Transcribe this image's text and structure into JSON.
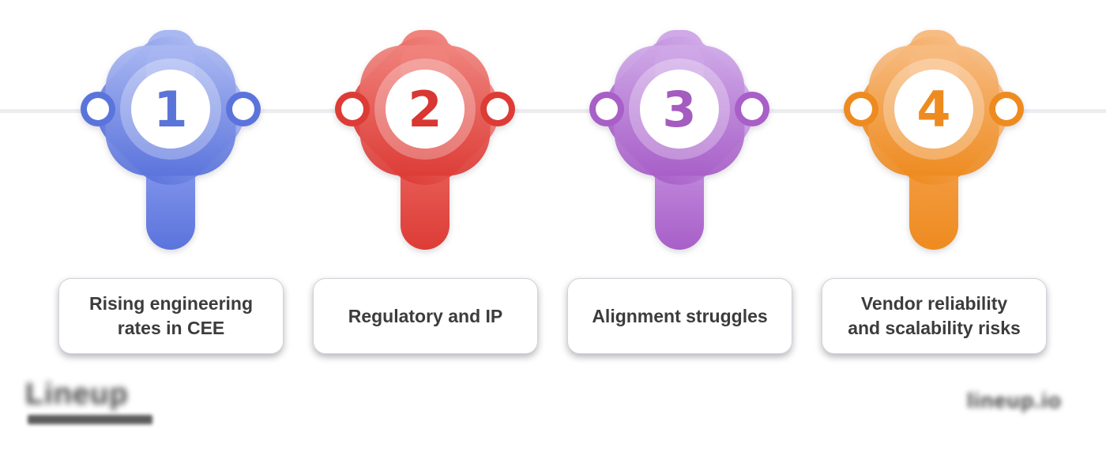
{
  "page": {
    "background": "#ffffff",
    "timeline_line_color": "#ebedf1",
    "label_text_color": "#3c3c3c"
  },
  "markers": [
    {
      "number": "1",
      "label": "Rising engineering rates in CEE",
      "label_lines": [
        "Rising engineering",
        "rates in CEE"
      ],
      "colors": {
        "light": "#aab8f2",
        "deep": "#5b74dc",
        "stemTop": "#8d9ef0",
        "numColor": "#5b74d8"
      }
    },
    {
      "number": "2",
      "label": "Regulatory and IP",
      "label_lines": [
        "Regulatory and IP",
        ""
      ],
      "colors": {
        "light": "#f0837d",
        "deep": "#dd3c36",
        "stemTop": "#ec6660",
        "numColor": "#d83732"
      }
    },
    {
      "number": "3",
      "label": "Alignment struggles",
      "label_lines": [
        "Alignment struggles",
        ""
      ],
      "colors": {
        "light": "#cfa9e8",
        "deep": "#a85fc8",
        "stemTop": "#c795e2",
        "numColor": "#a45cc0"
      }
    },
    {
      "number": "4",
      "label": "Vendor reliability and scalability risks",
      "label_lines": [
        "Vendor reliability",
        "and scalability risks"
      ],
      "colors": {
        "light": "#f7bc82",
        "deep": "#ee8b20",
        "stemTop": "#f5a04a",
        "numColor": "#ee8b20"
      }
    }
  ],
  "watermarks": {
    "left_wordmark": "Lineup",
    "right_wordmark": "lineup.io"
  }
}
